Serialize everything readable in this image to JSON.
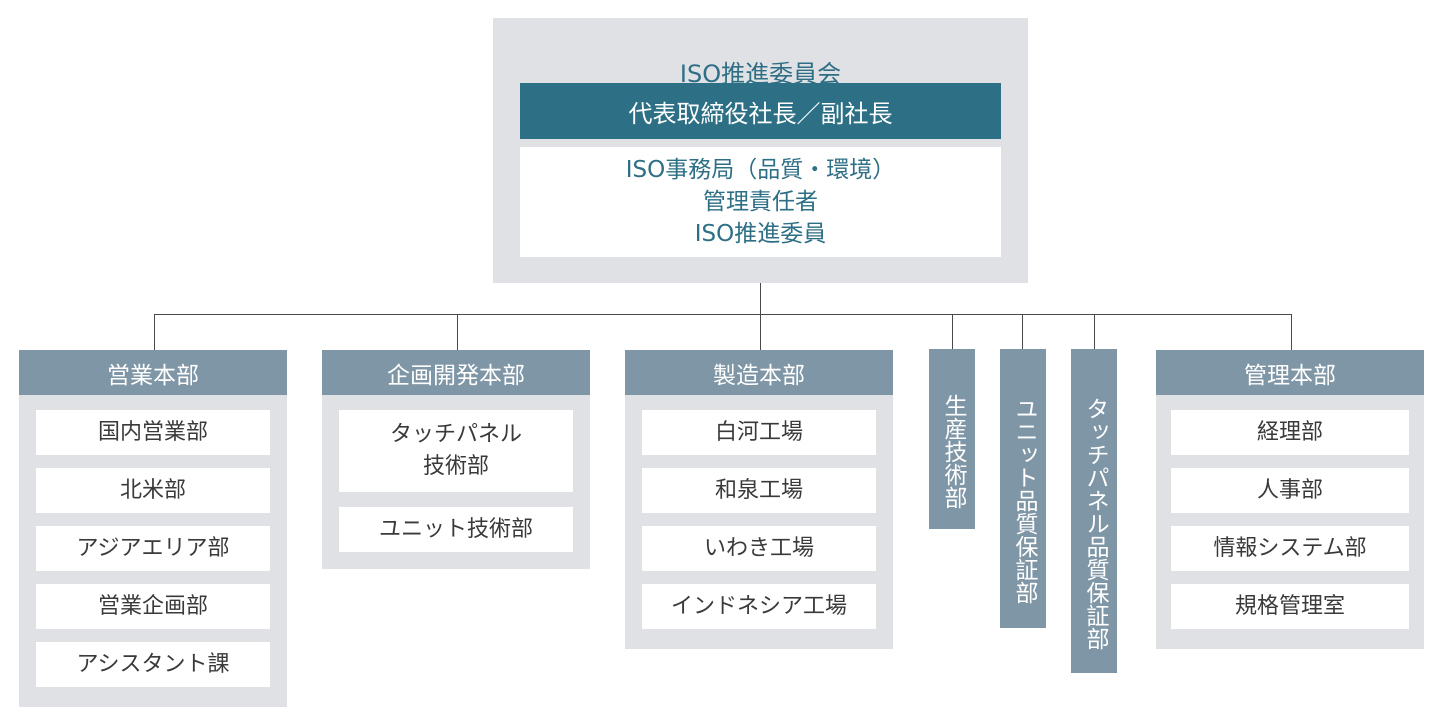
{
  "committee": {
    "title": "ISO推進委員会",
    "ceo": "代表取締役社長／副社長",
    "office_lines": [
      "ISO事務局（品質・環境）",
      "管理責任者",
      "ISO推進委員"
    ]
  },
  "departments": [
    {
      "title": "営業本部",
      "items": [
        "国内営業部",
        "北米部",
        "アジアエリア部",
        "営業企画部",
        "アシスタント課"
      ]
    },
    {
      "title": "企画開発本部",
      "items": [
        [
          "タッチパネル",
          "技術部"
        ],
        "ユニット技術部"
      ]
    },
    {
      "title": "製造本部",
      "items": [
        "白河工場",
        "和泉工場",
        "いわき工場",
        "インドネシア工場"
      ]
    },
    {
      "title": "管理本部",
      "items": [
        "経理部",
        "人事部",
        "情報システム部",
        "規格管理室"
      ]
    }
  ],
  "vertical_departments": [
    "生産技術部",
    "ユニット品質保証部",
    "タッチパネル品質保証部"
  ],
  "colors": {
    "teal": "#2d7085",
    "slate": "#7f96a6",
    "panel": "#dfe1e5",
    "line": "#4a4a4a"
  }
}
